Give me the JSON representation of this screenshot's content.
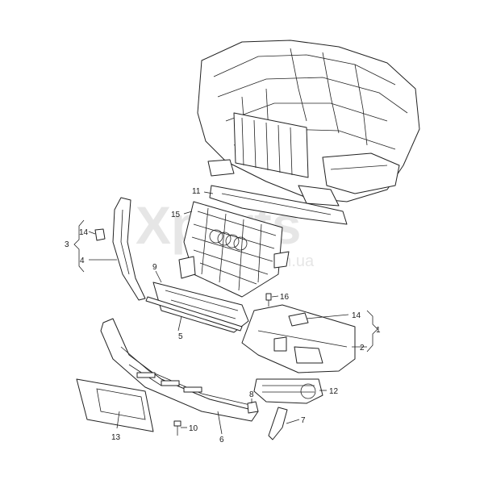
{
  "watermark": {
    "brand": "Xparts",
    "domain": ".com.ua"
  },
  "callouts": [
    {
      "id": "c1",
      "text": "1"
    },
    {
      "id": "c2",
      "text": "2"
    },
    {
      "id": "c3",
      "text": "3"
    },
    {
      "id": "c4",
      "text": "4"
    },
    {
      "id": "c5",
      "text": "5"
    },
    {
      "id": "c6",
      "text": "6"
    },
    {
      "id": "c7",
      "text": "7"
    },
    {
      "id": "c8",
      "text": "8"
    },
    {
      "id": "c9",
      "text": "9"
    },
    {
      "id": "c10",
      "text": "10"
    },
    {
      "id": "c11",
      "text": "11"
    },
    {
      "id": "c12",
      "text": "12"
    },
    {
      "id": "c13",
      "text": "13"
    },
    {
      "id": "c14a",
      "text": "14"
    },
    {
      "id": "c14b",
      "text": "14"
    },
    {
      "id": "c15",
      "text": "15"
    },
    {
      "id": "c16",
      "text": "16"
    }
  ]
}
